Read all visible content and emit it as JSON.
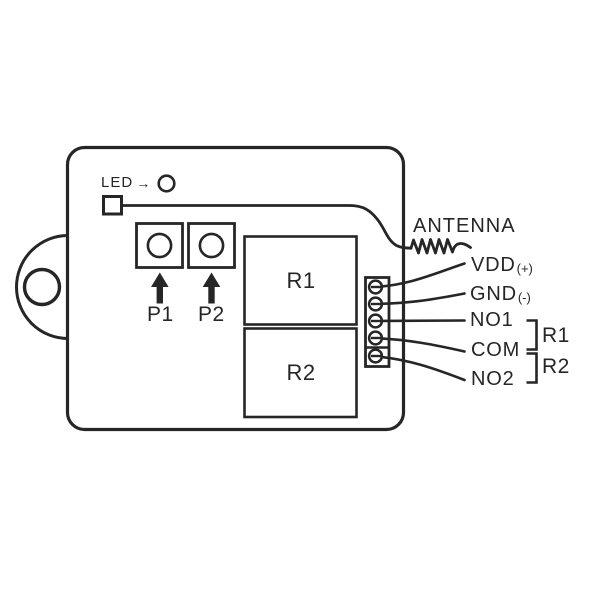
{
  "board": {
    "led_label": "LED",
    "led_arrow": "→",
    "buttons": [
      {
        "label": "P1"
      },
      {
        "label": "P2"
      }
    ],
    "relays": [
      {
        "label": "R1"
      },
      {
        "label": "R2"
      }
    ]
  },
  "antenna_label": "ANTENNA",
  "pinout": {
    "pins": [
      {
        "name": "VDD",
        "suffix": "(+)"
      },
      {
        "name": "GND",
        "suffix": "(-)"
      },
      {
        "name": "NO1",
        "suffix": ""
      },
      {
        "name": "COM",
        "suffix": ""
      },
      {
        "name": "NO2",
        "suffix": ""
      }
    ],
    "groups": [
      {
        "label": "R1"
      },
      {
        "label": "R2"
      }
    ]
  },
  "colors": {
    "line": "#262626",
    "text": "#262626",
    "background": "#ffffff"
  }
}
